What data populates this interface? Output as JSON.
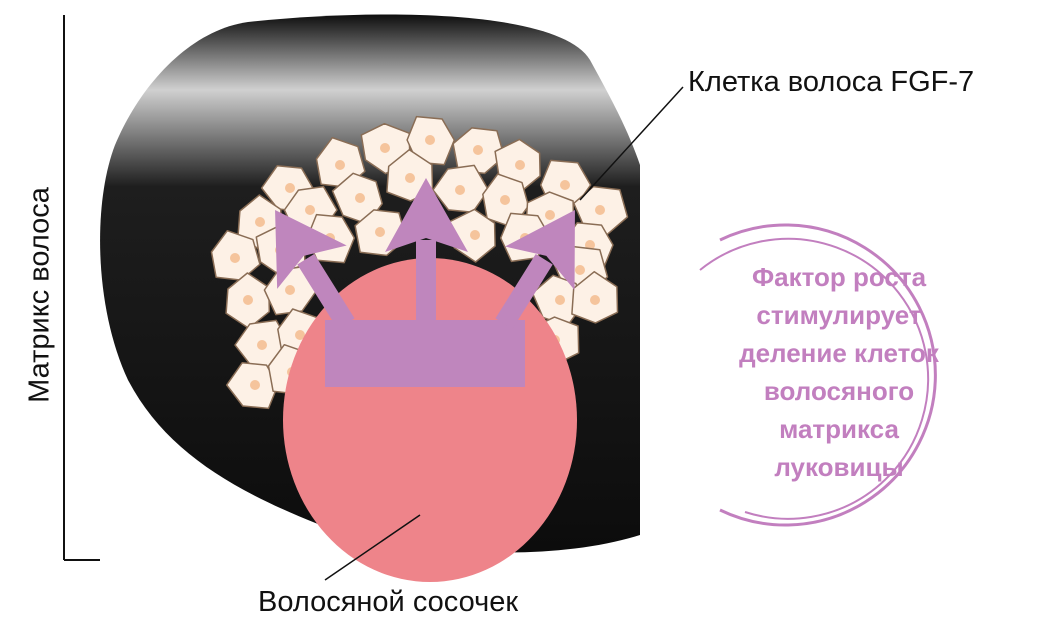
{
  "labels": {
    "cell": "Клетка волоса FGF-7",
    "papilla": "Волосяной сосочек",
    "matrix": "Матрикс волоса"
  },
  "callout": {
    "lines": [
      "Фактор роста",
      "стимулирует",
      "деление клеток",
      "волосяного",
      "матрикса",
      "луковицы"
    ]
  },
  "colors": {
    "bulb_dark": "#1a1a1a",
    "bulb_light": "#d2d2d2",
    "cell_fill": "#fdf1e6",
    "cell_stroke": "#8a6d55",
    "nucleus": "#f5c49c",
    "papilla": "#ee848a",
    "arrow": "#bf86bd",
    "accent_text": "#c27fbf"
  }
}
